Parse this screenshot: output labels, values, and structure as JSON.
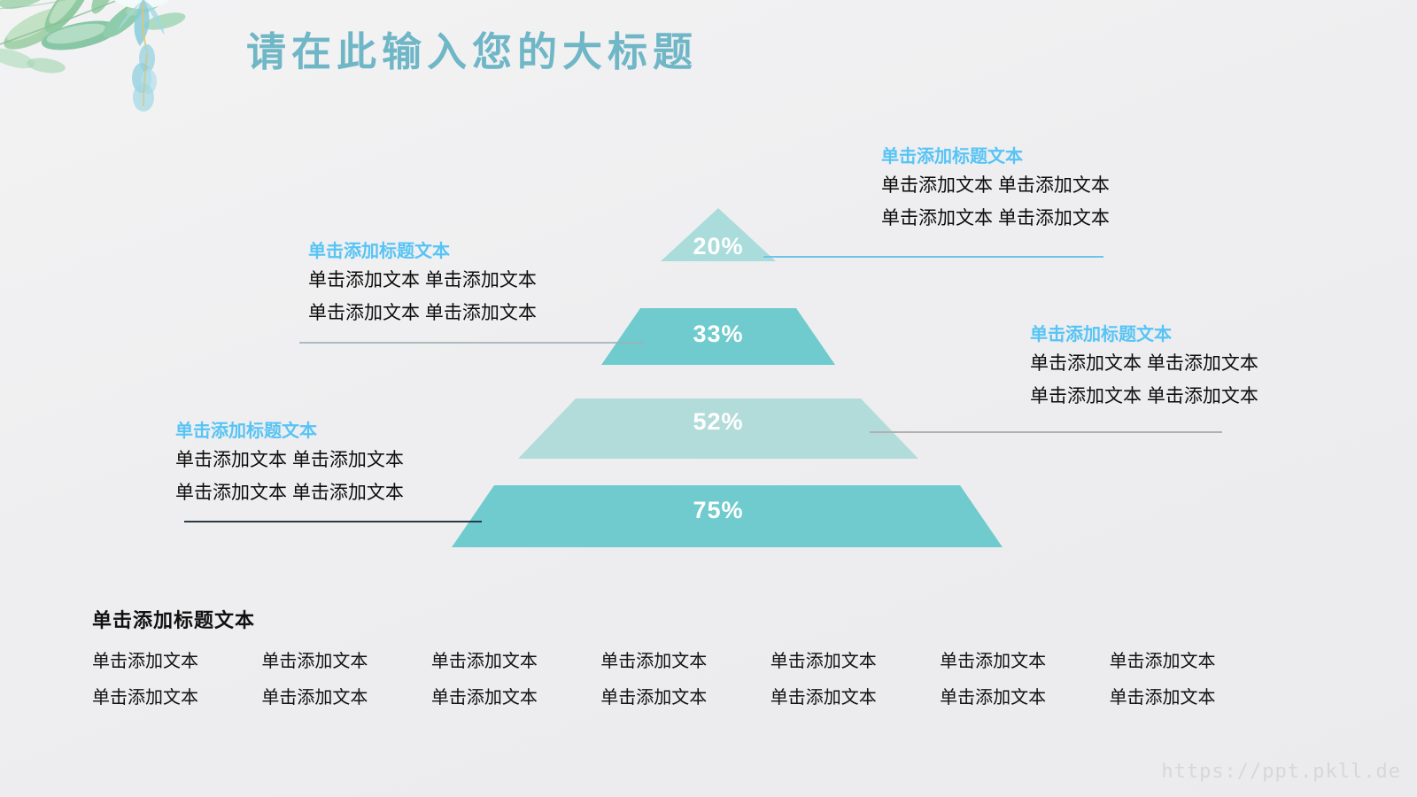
{
  "slide": {
    "title": "请在此输入您的大标题",
    "title_color": "#6fb6c6",
    "background_color": "#eeeef0",
    "watermark": "https://ppt.pkll.de"
  },
  "chart_data": {
    "type": "pyramid",
    "title": "请在此输入您的大标题",
    "categories": [
      "20%",
      "33%",
      "52%",
      "75%"
    ],
    "values": [
      20,
      33,
      52,
      75
    ],
    "value_labels": [
      "20%",
      "33%",
      "52%",
      "75%"
    ],
    "level_colors": [
      "#a9dcda",
      "#6fcbcd",
      "#b2dcda",
      "#6fcbcd"
    ],
    "label_color": "#ffffff",
    "legend": "none",
    "grid": false,
    "levels": [
      {
        "value_label": "20%",
        "value": 20,
        "color": "#a9dcda",
        "side": "right",
        "connector_color": "#6cc5e8",
        "title": "单击添加标题文本",
        "lines": [
          "单击添加文本 单击添加文本",
          "单击添加文本 单击添加文本"
        ]
      },
      {
        "value_label": "33%",
        "value": 33,
        "color": "#6fcbcd",
        "side": "left",
        "connector_color": "#8fb6bb",
        "title": "单击添加标题文本",
        "lines": [
          "单击添加文本 单击添加文本",
          "单击添加文本 单击添加文本"
        ]
      },
      {
        "value_label": "52%",
        "value": 52,
        "color": "#b2dcda",
        "side": "right",
        "connector_color": "#a8a8ac",
        "title": "单击添加标题文本",
        "lines": [
          "单击添加文本 单击添加文本",
          "单击添加文本 单击添加文本"
        ]
      },
      {
        "value_label": "75%",
        "value": 75,
        "color": "#6fcbcd",
        "side": "left",
        "connector_color": "#2b3a46",
        "title": "单击添加标题文本",
        "lines": [
          "单击添加文本 单击添加文本",
          "单击添加文本 单击添加文本"
        ]
      }
    ]
  },
  "callouts": {
    "level1": {
      "title": "单击添加标题文本",
      "line1": "单击添加文本 单击添加文本",
      "line2": "单击添加文本 单击添加文本"
    },
    "level2": {
      "title": "单击添加标题文本",
      "line1": "单击添加文本 单击添加文本",
      "line2": "单击添加文本 单击添加文本"
    },
    "level3": {
      "title": "单击添加标题文本",
      "line1": "单击添加文本 单击添加文本",
      "line2": "单击添加文本 单击添加文本"
    },
    "level4": {
      "title": "单击添加标题文本",
      "line1": "单击添加文本 单击添加文本",
      "line2": "单击添加文本 单击添加文本"
    }
  },
  "bottom": {
    "title": "单击添加标题文本",
    "row1": [
      "单击添加文本",
      "单击添加文本",
      "单击添加文本",
      "单击添加文本",
      "单击添加文本",
      "单击添加文本",
      "单击添加文本"
    ],
    "row2": [
      "单击添加文本",
      "单击添加文本",
      "单击添加文本",
      "单击添加文本",
      "单击添加文本",
      "单击添加文本",
      "单击添加文本"
    ]
  }
}
